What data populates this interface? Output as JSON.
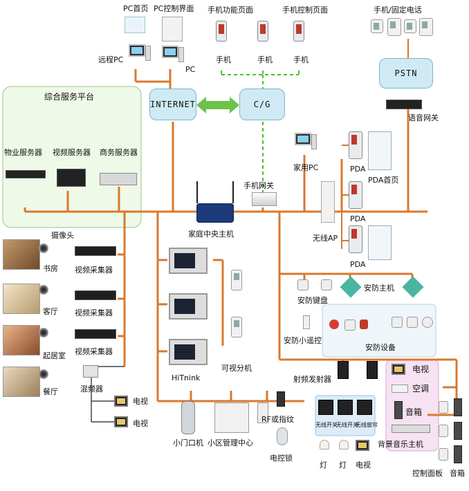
{
  "labels": {
    "pc_home": "PC首页",
    "pc_control": "PC控制界面",
    "phone_function_page": "手机功能页面",
    "phone_control_page": "手机控制页面",
    "phone_fixed_phone": "手机/固定电话",
    "remote_pc": "远程PC",
    "pc": "PC",
    "phone": "手机",
    "internet": "INTERNET",
    "cg": "C/G",
    "pstn": "PSTN",
    "voice_gateway": "语音网关",
    "platform": "综合服务平台",
    "property_server": "物业服务器",
    "video_server": "视频服务器",
    "commerce_server": "商务服务器",
    "phone_gateway": "手机网关",
    "home_pc": "家用PC",
    "pda": "PDA",
    "pda_home": "PDA首页",
    "wireless_ap": "无线AP",
    "home_host": "家庭中央主机",
    "camera": "摄像头",
    "study": "书房",
    "living_room": "客厅",
    "bedroom": "起居室",
    "dining": "餐厅",
    "video_collector": "视频采集器",
    "mixer": "混频器",
    "tv": "电视",
    "hitnink": "HiTnink",
    "visual_extension": "可视分机",
    "security_keypad": "安防键盘",
    "security_host": "安防主机",
    "security_remote": "安防小遥控",
    "security_equipment": "安防设备",
    "rf_transmitter": "射频发射器",
    "air_con": "空调",
    "speaker_box": "音箱",
    "door_machine": "小门口机",
    "community_center": "小区管理中心",
    "rf_fingerprint": "RF或指纹",
    "electric_lock": "电控锁",
    "light": "灯",
    "bg_music_host": "背景音乐主机",
    "control_panel": "控制面板",
    "wireless_switch": "无线开关",
    "wireless_curtain": "无线窗帘"
  },
  "colors": {
    "trunk": "#d9782d",
    "node_fill": "#cfeaf4",
    "platform_fill": "#eef9e7",
    "dash_green": "#45c12b",
    "arrow_green": "#6cc24a",
    "pink_zone": "#f6e2f3",
    "blue_zone": "#dcecf9"
  }
}
